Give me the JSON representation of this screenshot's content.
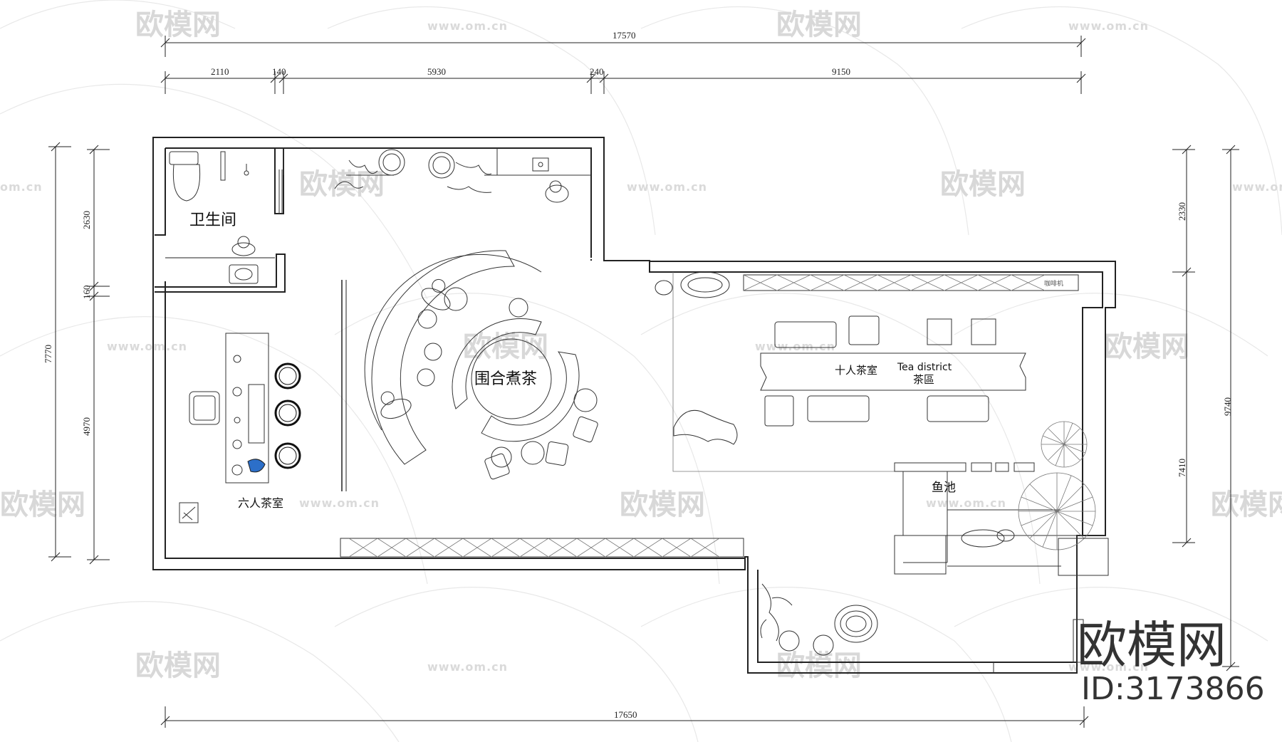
{
  "dimensions": {
    "top_total": "17570",
    "top_segments": [
      "2110",
      "140",
      "5930",
      "240",
      "9150"
    ],
    "bottom_total": "17650",
    "left_total": "7770",
    "left_segments": [
      "2630",
      "160",
      "4970"
    ],
    "right_total": "9740",
    "right_segments": [
      "2330",
      "7410"
    ]
  },
  "rooms": {
    "bathroom": "卫生间",
    "six_person_tea_room": "六人茶室",
    "tea_circle": "围合煮茶",
    "ten_person_tea_room": "十人茶室",
    "tea_district_en": "Tea district",
    "tea_district_cn": "茶區",
    "fish_pond": "鱼池",
    "coffee_machine": "咖啡机"
  },
  "watermark": {
    "brand": "欧模网",
    "url": "www.om.cn",
    "url_partial": "om.cn"
  },
  "footer": {
    "brand": "欧模网",
    "id_text": "ID:3173866"
  }
}
